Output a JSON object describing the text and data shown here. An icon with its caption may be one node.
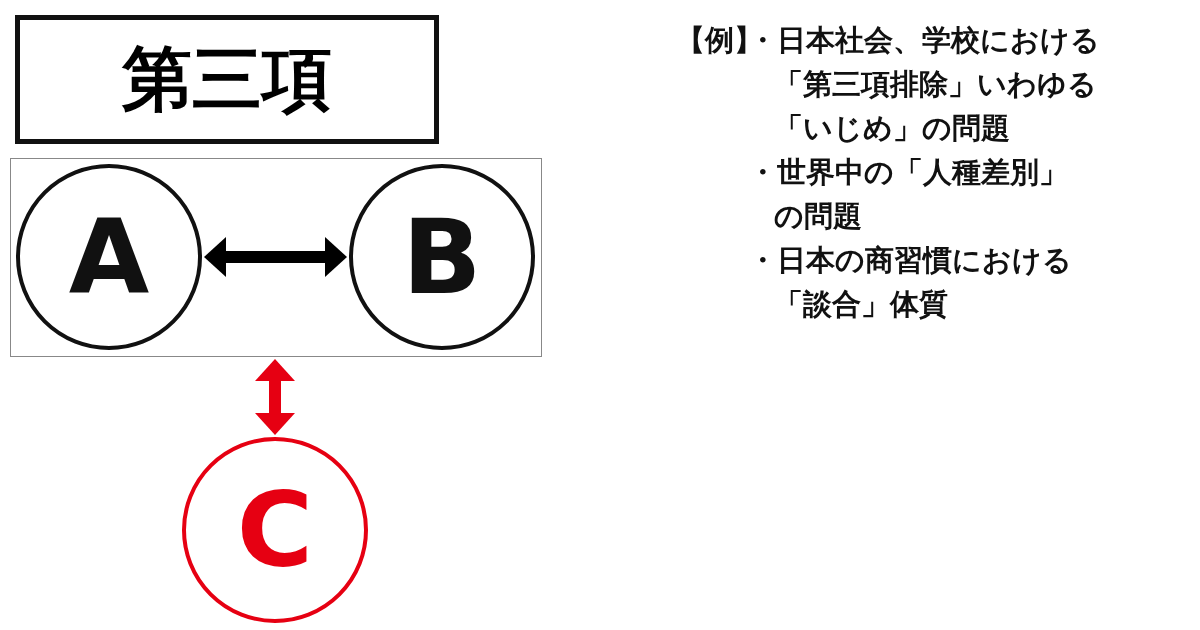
{
  "diagram": {
    "title": "第三項",
    "nodes": [
      {
        "text": [],
        "shape": "box"
      },
      {
        "text": [
          "A"
        ],
        "in": 0
      },
      {
        "text": [
          "B"
        ],
        "in": 0
      },
      {
        "text": [
          "C"
        ]
      }
    ],
    "edges": [
      {
        "from": 1,
        "to": 2,
        "arrow": "both"
      },
      {
        "from": 0,
        "to": 3,
        "arrow": "both",
        "color": "#e60012"
      }
    ],
    "labels": [
      "【例】",
      "・日本社会、学校における「第三項排除」いわゆる「いじめ」の問題",
      "・世界中の「人種差別」の問題",
      "・日本の商習慣における「談合」体質"
    ]
  }
}
